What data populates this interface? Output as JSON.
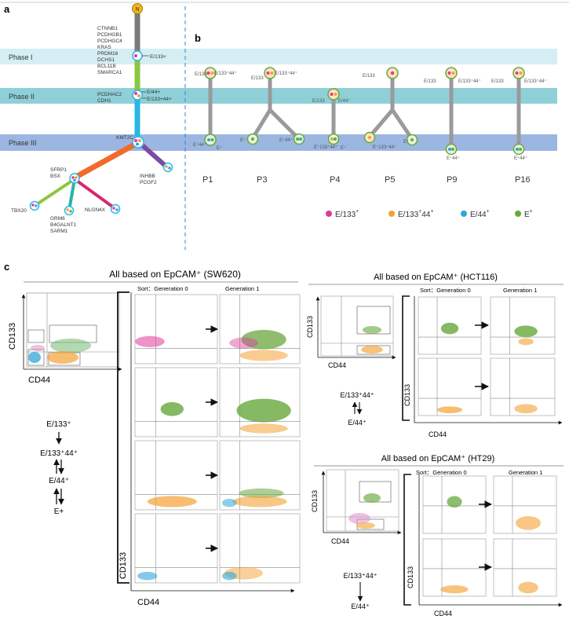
{
  "panel_a": {
    "label": "a",
    "root_node": "N",
    "phases": [
      "Phase I",
      "Phase II",
      "Phase III"
    ],
    "genes_phase1": [
      "CTNNB1",
      "PCDHGB1",
      "PCDHGC4",
      "KRAS",
      "PRDM16",
      "DCHS1",
      "BCL11B",
      "SMARCA1"
    ],
    "genes_phase2": [
      "PCDHAC2",
      "CDH1"
    ],
    "genes_phase3": [
      "KMT2C"
    ],
    "genes_branch_sfrp": [
      "SFRP1",
      "BSX"
    ],
    "genes_branch_inhbb": [
      "INHBB",
      "PCGF2"
    ],
    "gene_tbx20": "TBX20",
    "genes_branch_grm": [
      "GRM6",
      "B4GALNT1",
      "SARM1"
    ],
    "gene_nlgn": "NLGN4X",
    "tag_e133": "E/133+",
    "tag_e44": "E/44+",
    "tag_e13344": "E/133+44+"
  },
  "panel_b": {
    "label": "b",
    "patients": [
      "P1",
      "P3",
      "P4",
      "P5",
      "P9",
      "P16"
    ],
    "legend": [
      {
        "label": "E/133",
        "sup": "+",
        "color": "#e0399b"
      },
      {
        "label": "E/133",
        "sup": "+",
        "label2": "44",
        "sup2": "+",
        "color": "#f3a234"
      },
      {
        "label": "E/44",
        "sup": "+",
        "color": "#2ea6d8"
      },
      {
        "label": "E",
        "sup": "+",
        "color": "#68a83c"
      }
    ]
  },
  "panel_c": {
    "label": "c",
    "sw620_title": "All based on EpCAM⁺ (SW620)",
    "hct116_title": "All based on EpCAM⁺ (HCT116)",
    "ht29_title": "All based on EpCAM⁺ (HT29)",
    "sort_gen0": "Sort：Generation 0",
    "gen1": "Generation 1",
    "axis_cd133": "CD133",
    "axis_cd44": "CD44",
    "hierarchy_sw620": [
      "E/133⁺",
      "E/133⁺44⁺",
      "E/44⁺",
      "E+"
    ],
    "hierarchy_hct116": [
      "E/133⁺44⁺",
      "E/44⁺"
    ],
    "hierarchy_ht29": [
      "E/133⁺44⁺",
      "E/44⁺"
    ]
  },
  "colors": {
    "pink": "#e0399b",
    "orange": "#f3a234",
    "blue": "#2ea6d8",
    "green": "#68a83c",
    "phase1_band": "#d4eef4",
    "phase2_band": "#8fd0d8",
    "phase3_band": "#9bb6e0"
  }
}
